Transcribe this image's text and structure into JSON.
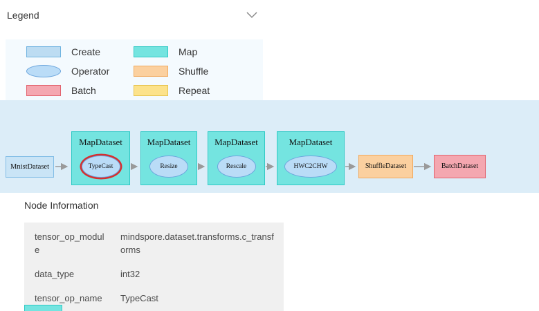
{
  "legend": {
    "title": "Legend",
    "items": [
      {
        "label": "Create",
        "shape": "rect",
        "fill": "#bcdcf2",
        "border": "#6fb3e0"
      },
      {
        "label": "Map",
        "shape": "rect",
        "fill": "#74e4e0",
        "border": "#2fc9c5"
      },
      {
        "label": "Operator",
        "shape": "ellipse",
        "fill": "#badcf7",
        "border": "#6ca6dd"
      },
      {
        "label": "Shuffle",
        "shape": "rect",
        "fill": "#fbd09f",
        "border": "#f0aa5f"
      },
      {
        "label": "Batch",
        "shape": "rect",
        "fill": "#f4a7b0",
        "border": "#e2636e"
      },
      {
        "label": "Repeat",
        "shape": "rect",
        "fill": "#fce28b",
        "border": "#e6c44f"
      }
    ]
  },
  "graph": {
    "background": "#dcedf8",
    "selected_ring_color": "#d62f2f",
    "nodes": [
      {
        "id": "mnist",
        "label": "MnistDataset",
        "type": "create"
      },
      {
        "id": "map1",
        "label": "MapDataset",
        "operator": "TypeCast",
        "type": "map",
        "selected": true
      },
      {
        "id": "map2",
        "label": "MapDataset",
        "operator": "Resize",
        "type": "map",
        "selected": false
      },
      {
        "id": "map3",
        "label": "MapDataset",
        "operator": "Rescale",
        "type": "map",
        "selected": false
      },
      {
        "id": "map4",
        "label": "MapDataset",
        "operator": "HWC2CHW",
        "type": "map",
        "selected": false
      },
      {
        "id": "shuffle",
        "label": "ShuffleDataset",
        "type": "shuffle"
      },
      {
        "id": "batch",
        "label": "BatchDataset",
        "type": "batch"
      }
    ],
    "edges": [
      [
        "mnist",
        "map1"
      ],
      [
        "map1",
        "map2"
      ],
      [
        "map2",
        "map3"
      ],
      [
        "map3",
        "map4"
      ],
      [
        "map4",
        "shuffle"
      ],
      [
        "shuffle",
        "batch"
      ]
    ]
  },
  "node_info": {
    "title": "Node Information",
    "rows": [
      {
        "key": "tensor_op_module",
        "value": "mindspore.dataset.transforms.c_transforms"
      },
      {
        "key": "data_type",
        "value": "int32"
      },
      {
        "key": "tensor_op_name",
        "value": "TypeCast"
      }
    ]
  }
}
